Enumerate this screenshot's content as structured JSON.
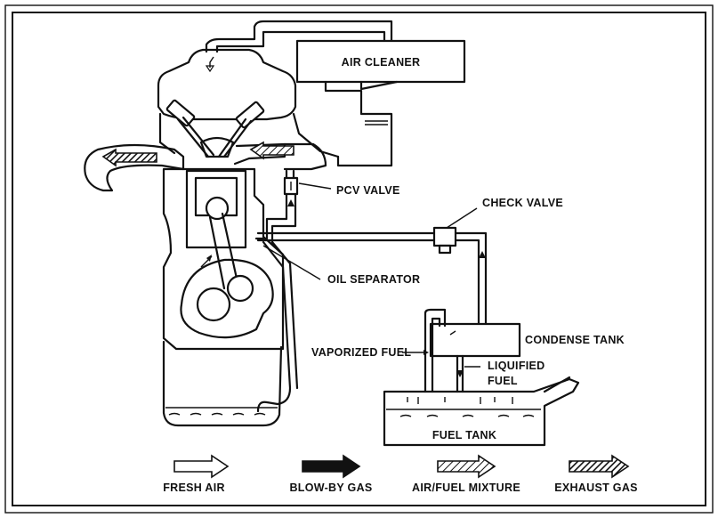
{
  "labels": {
    "air_cleaner": "AIR CLEANER",
    "pcv_valve": "PCV VALVE",
    "check_valve": "CHECK VALVE",
    "oil_separator": "OIL SEPARATOR",
    "condense_tank": "CONDENSE TANK",
    "vaporized_fuel": "VAPORIZED FUEL",
    "liquified_fuel_1": "LIQUIFIED",
    "liquified_fuel_2": "FUEL",
    "fuel_tank": "FUEL TANK"
  },
  "legend": [
    {
      "label": "FRESH AIR",
      "icon": "fresh-air-arrow-icon"
    },
    {
      "label": "BLOW-BY GAS",
      "icon": "blow-by-gas-arrow-icon"
    },
    {
      "label": "AIR/FUEL MIXTURE",
      "icon": "air-fuel-mixture-arrow-icon"
    },
    {
      "label": "EXHAUST GAS",
      "icon": "exhaust-gas-arrow-icon"
    }
  ]
}
